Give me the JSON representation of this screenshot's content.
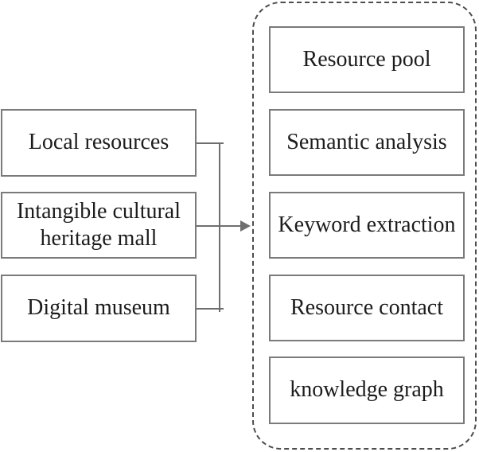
{
  "diagram": {
    "left_boxes": [
      {
        "label": "Local resources"
      },
      {
        "label": "Intangible cultural\nheritage mall"
      },
      {
        "label": "Digital museum"
      }
    ],
    "right_boxes": [
      {
        "label": "Resource pool"
      },
      {
        "label": "Semantic analysis"
      },
      {
        "label": "Keyword extraction"
      },
      {
        "label": "Resource contact"
      },
      {
        "label": "knowledge graph"
      }
    ],
    "colors": {
      "box_border": "#7a7a7a",
      "dashed_border": "#4d4d4d",
      "connector": "#6e6e6e",
      "text": "#1c1c1c",
      "background": "#ffffff"
    }
  }
}
